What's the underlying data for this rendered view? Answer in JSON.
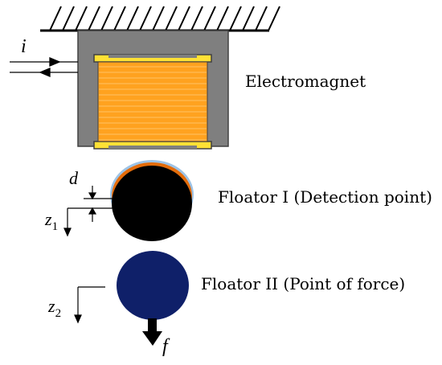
{
  "labels": {
    "current": "i",
    "electromagnet": "Electromagnet",
    "gap": "d",
    "floator1": "Floator I (Detection point)",
    "z1_base": "z",
    "z1_sub": "1",
    "floator2": "Floator II (Point of force)",
    "z2_base": "z",
    "z2_sub": "2",
    "force": "f"
  },
  "colors": {
    "hatch": "#000000",
    "housing": "#7f7f7f",
    "coil": "#ffa21f",
    "coil_stripe": "#ffc266",
    "pole_tab": "#ffe135",
    "floator1": "#000000",
    "floator1_cap": "#e46c0a",
    "floator1_rim": "#9dc3e6",
    "floator2": "#0f2069",
    "arrow": "#000000"
  }
}
